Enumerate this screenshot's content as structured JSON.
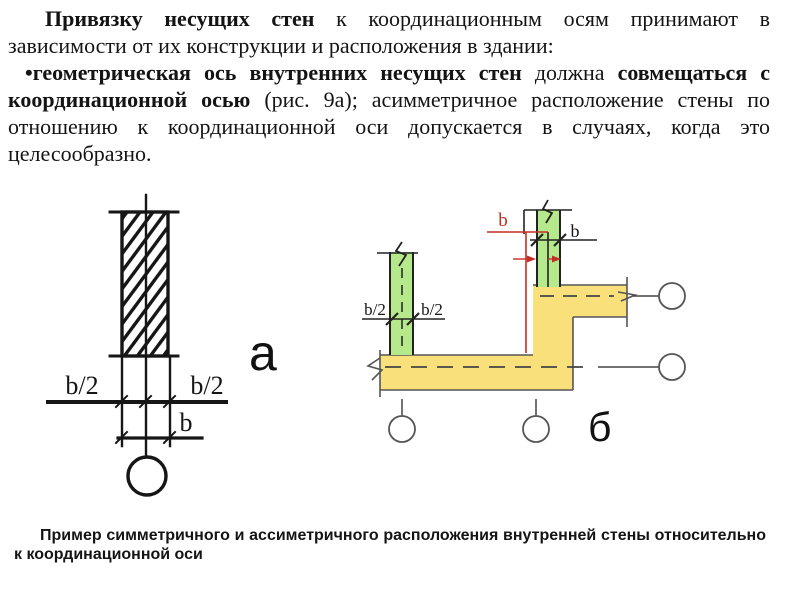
{
  "slide": {
    "paragraphs": [
      {
        "segments": [
          {
            "text": "Привязку несущих стен",
            "bold": true
          },
          {
            "text": " к координационным осям принимают в зависимости от их конструкции и расположения в здании:",
            "bold": false
          }
        ]
      },
      {
        "segments": [
          {
            "text": "•геометрическая ось внутренних несущих стен",
            "bold": true
          },
          {
            "text": " должна ",
            "bold": false
          },
          {
            "text": "совмещаться с координационной осью",
            "bold": true
          },
          {
            "text": " (рис. 9а); асимметричное расположение стены по отношению к координационной оси допускается в случаях, когда это целесообразно.",
            "bold": false
          }
        ]
      }
    ],
    "figures": {
      "a": {
        "label": "а",
        "dim_half_left": "b/2",
        "dim_half_right": "b/2",
        "dim_width": "b"
      },
      "b": {
        "label": "б",
        "dim_half_left": "b/2",
        "dim_half_right": "b/2",
        "dim_offset": "b",
        "dim_width": "b"
      }
    },
    "caption": "Пример симметричного и ассиметричного расположения внутренней стены относительно к координационной оси",
    "colors": {
      "wall_green": "#b6e98c",
      "wall_yellow": "#fae07a",
      "axis_red": "#c22f25",
      "ink": "#161616",
      "thin_line": "#555555"
    }
  }
}
